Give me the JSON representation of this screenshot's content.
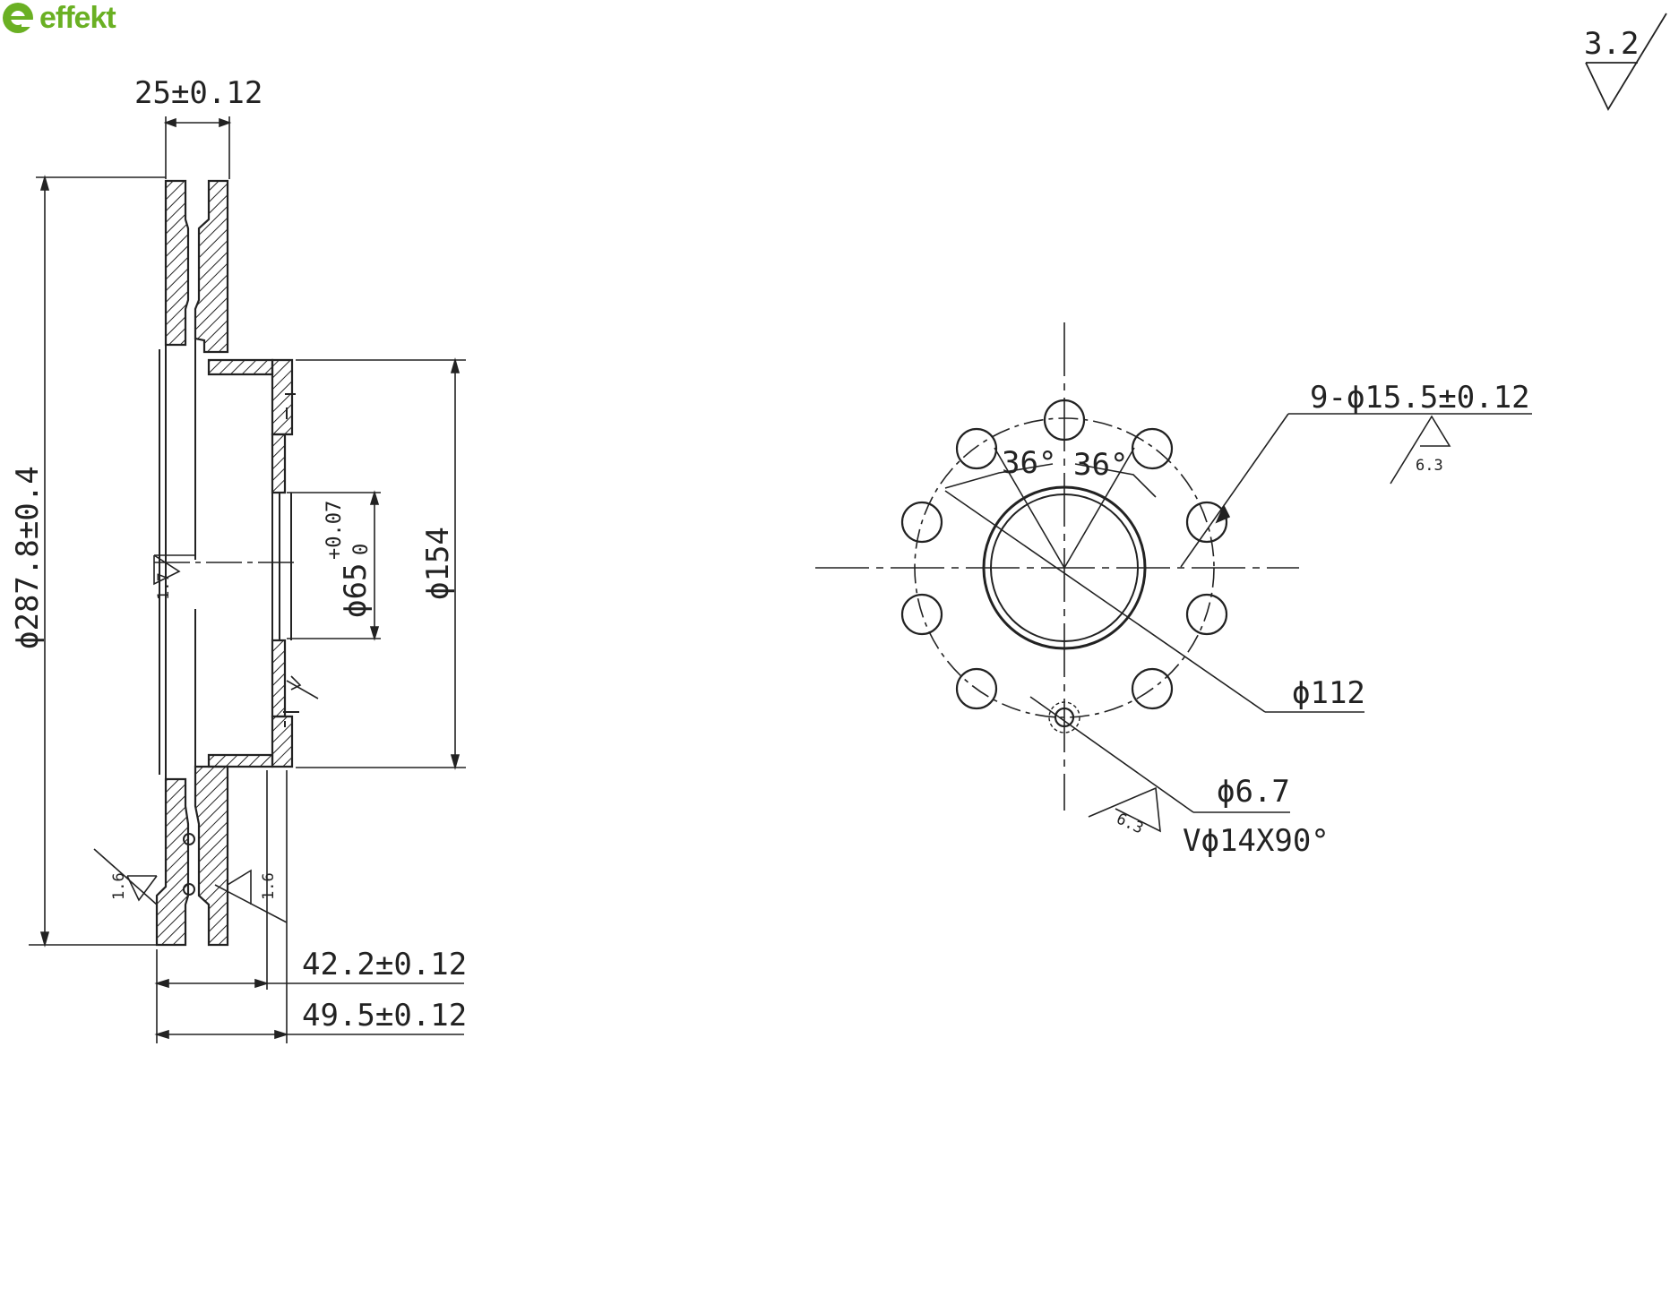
{
  "brand": {
    "name": "effekt",
    "color": "#6ab023"
  },
  "general_roughness": "3.2",
  "section_view": {
    "disc_width": "25±0.12",
    "outer_diameter": "ϕ287.8±0.4",
    "center_bore": "ϕ65",
    "center_bore_tol_upper": "+0.07",
    "center_bore_tol_lower": "0",
    "hat_diameter": "ϕ154",
    "offset_inner": "42.2±0.12",
    "overall_height": "49.5±0.12",
    "roughness_friction_left": "1.6",
    "roughness_friction_right": "1.6",
    "roughness_hub": "1.7"
  },
  "front_view": {
    "holes_callout": "9-ϕ15.5±0.12",
    "holes_roughness": "6.3",
    "angle_left": "36°",
    "angle_right": "36°",
    "pitch_circle": "ϕ112",
    "small_hole": "ϕ6.7",
    "countersink": "Vϕ14X90°",
    "small_hole_roughness": "6.3"
  }
}
